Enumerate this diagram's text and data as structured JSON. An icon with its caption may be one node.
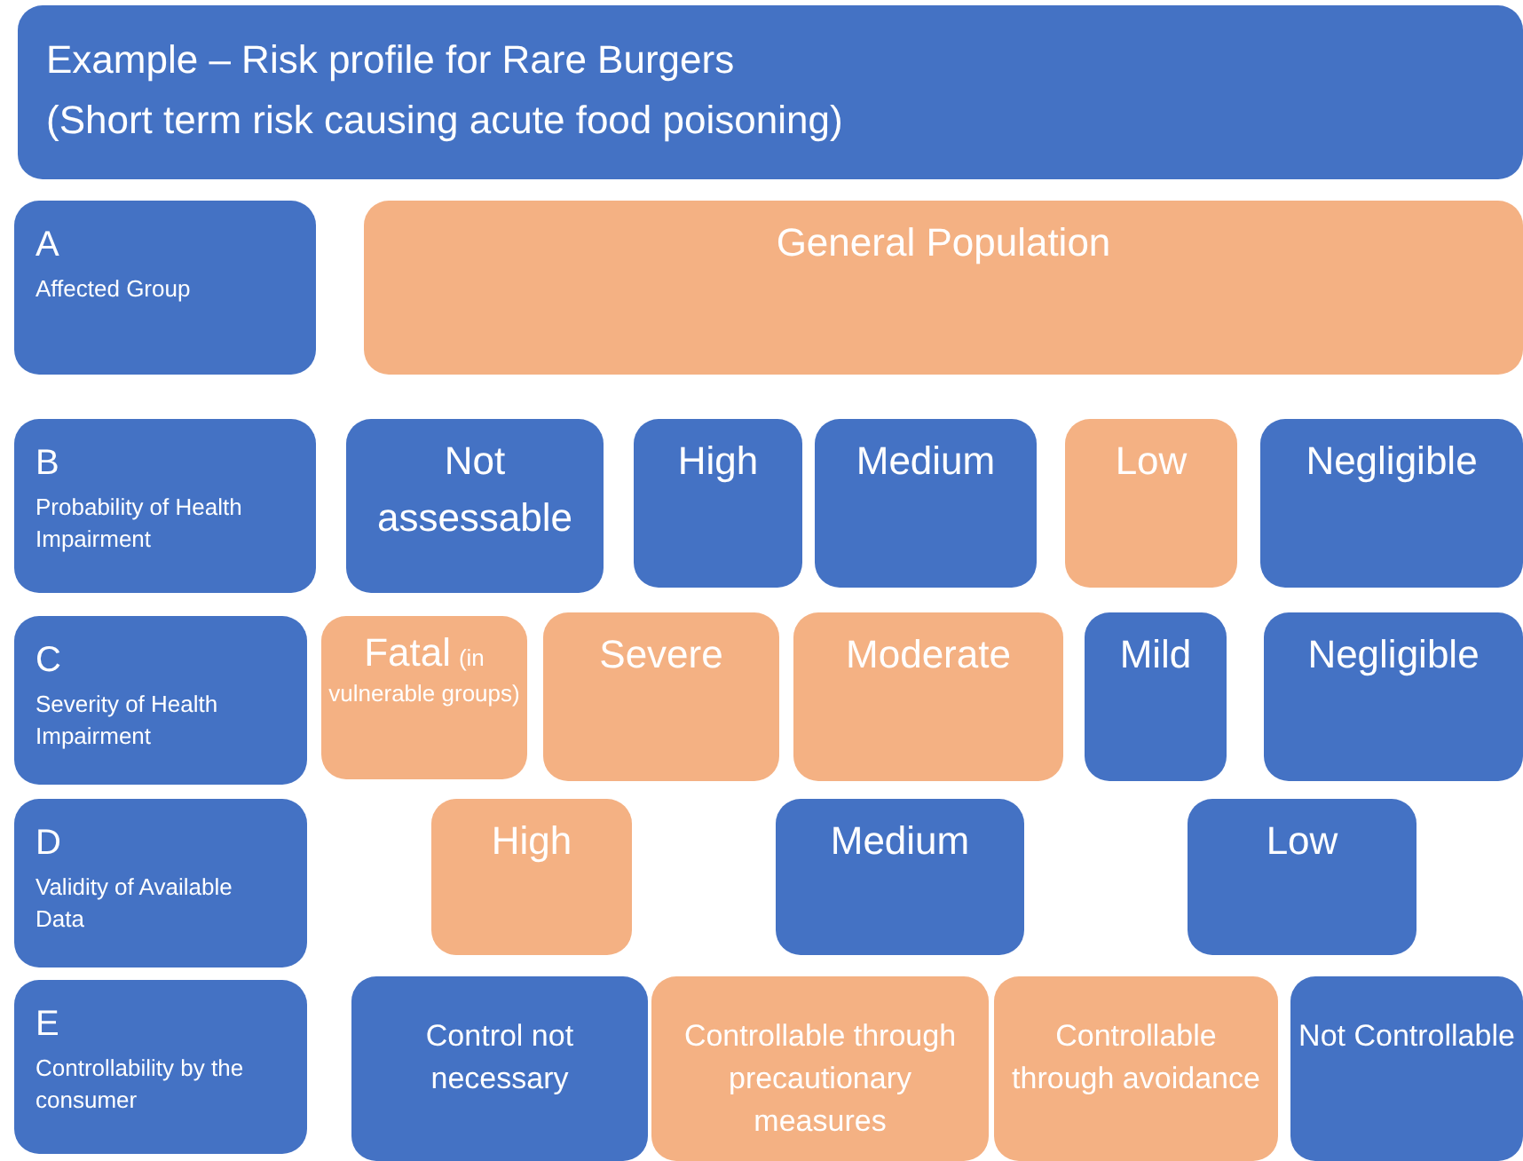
{
  "diagram": {
    "nodes": [
      {
        "text": [
          "Example – Risk profile for Rare Burgers",
          "(Short term risk causing acute food poisoning)"
        ]
      },
      {
        "text": [
          "A",
          "Affected Group"
        ]
      },
      {
        "text": [
          "General Population"
        ]
      },
      {
        "text": [
          "B",
          "Probability of Health Impairment"
        ]
      },
      {
        "text": [
          "Not assessable"
        ]
      },
      {
        "text": [
          "High"
        ]
      },
      {
        "text": [
          "Medium"
        ]
      },
      {
        "text": [
          "Low"
        ]
      },
      {
        "text": [
          "Negligible"
        ]
      },
      {
        "text": [
          "C",
          "Severity of Health Impairment"
        ]
      },
      {
        "text": [
          "Fatal",
          "(in vulnerable groups)"
        ]
      },
      {
        "text": [
          "Severe"
        ]
      },
      {
        "text": [
          "Moderate"
        ]
      },
      {
        "text": [
          "Mild"
        ]
      },
      {
        "text": [
          "Negligible"
        ]
      },
      {
        "text": [
          "D",
          "Validity of Available Data"
        ]
      },
      {
        "text": [
          "High"
        ]
      },
      {
        "text": [
          "Medium"
        ]
      },
      {
        "text": [
          "Low"
        ]
      },
      {
        "text": [
          "E",
          "Controllability by the consumer"
        ]
      },
      {
        "text": [
          "Control not necessary"
        ]
      },
      {
        "text": [
          "Controllable through precautionary measures"
        ]
      },
      {
        "text": [
          "Controllable through avoidance"
        ]
      },
      {
        "text": [
          "Not Controllable"
        ]
      }
    ],
    "edges": []
  }
}
